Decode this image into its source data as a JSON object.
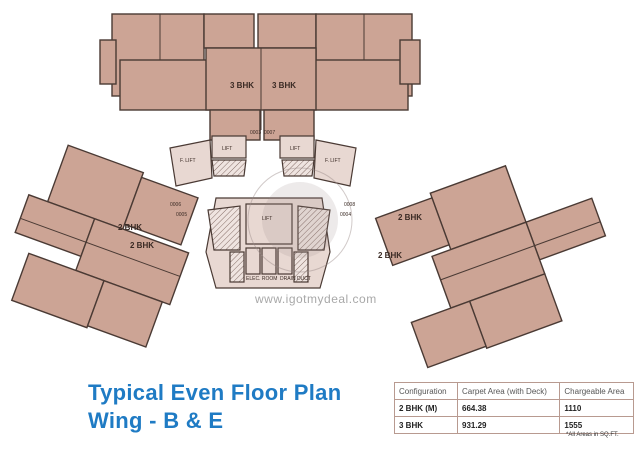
{
  "title": {
    "line1": "Typical Even Floor Plan",
    "line2": "Wing - B & E"
  },
  "rooms": {
    "top_left": "3 BHK",
    "top_right": "3 BHK",
    "left_upper": "2 BHK",
    "left_lower": "2 BHK",
    "right_upper": "2 BHK",
    "right_lower": "2 BHK",
    "lift": "LIFT",
    "fire_lift_left": "F. LIFT",
    "fire_lift_right": "F. LIFT",
    "lift_small_left": "LIFT",
    "lift_small_right": "LIFT",
    "elec_room": "ELEC. ROOM",
    "drain_ducts": "DRAIN DUCT"
  },
  "flat_numbers": {
    "n1": "0003",
    "n2": "0004",
    "n3": "0005",
    "n4": "0006",
    "n5": "0007",
    "n6": "0008"
  },
  "watermark": "www.igotmydeal.com",
  "table": {
    "headers": [
      "Configuration",
      "Carpet Area (with Deck)",
      "Chargeable Area"
    ],
    "rows": [
      [
        "2 BHK (M)",
        "664.38",
        "1110"
      ],
      [
        "3 BHK",
        "931.29",
        "1555"
      ]
    ],
    "note": "*All Areas in SQ.FT."
  },
  "colors": {
    "room_fill": "#cca495",
    "wall": "#4a3a34",
    "title": "#1f7bc4"
  }
}
